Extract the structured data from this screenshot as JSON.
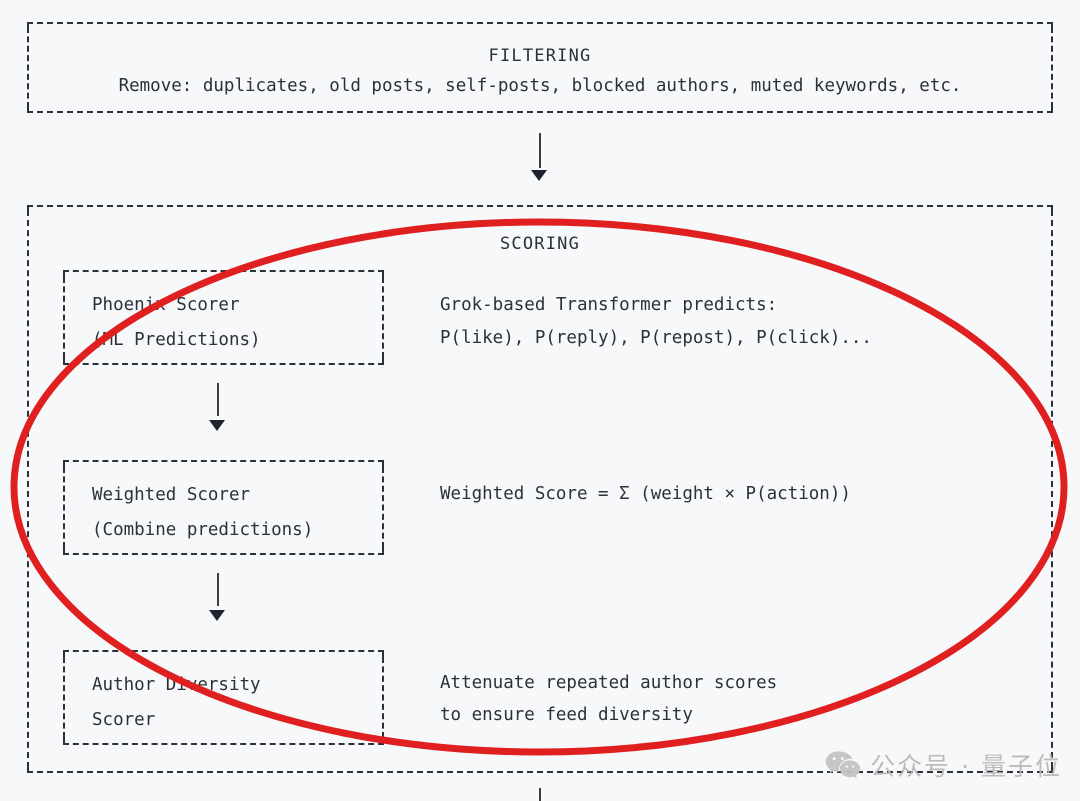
{
  "diagram": {
    "background_color": "#f7f8f9",
    "text_color": "#2b3039",
    "highlight_color": "#e02020",
    "stages": [
      {
        "id": "filtering",
        "title": "FILTERING",
        "subtitle": "Remove: duplicates, old posts, self-posts, blocked authors, muted keywords, etc."
      },
      {
        "id": "scoring",
        "title": "SCORING",
        "steps": [
          {
            "box_lines": [
              "Phoenix Scorer",
              "(ML Predictions)"
            ],
            "description_lines": [
              "Grok-based Transformer predicts:",
              "P(like), P(reply), P(repost), P(click)..."
            ]
          },
          {
            "box_lines": [
              "Weighted Scorer",
              "(Combine predictions)"
            ],
            "description_lines": [
              "Weighted Score = Σ (weight × P(action))"
            ]
          },
          {
            "box_lines": [
              "Author Diversity",
              "Scorer"
            ],
            "description_lines": [
              "Attenuate repeated author scores",
              "to ensure feed diversity"
            ]
          }
        ]
      }
    ],
    "connectors": [
      {
        "id": "filtering-to-scoring",
        "glyph": "down-arrow"
      },
      {
        "id": "phoenix-to-weighted",
        "glyph": "down-arrow"
      },
      {
        "id": "weighted-to-diversity",
        "glyph": "down-arrow"
      },
      {
        "id": "scoring-to-next",
        "glyph": "line"
      }
    ],
    "annotation": {
      "shape": "ellipse",
      "color": "#e02020",
      "stroke_width": 7,
      "encircles": "SCORING stage"
    }
  },
  "watermark": {
    "icon": "wechat-icon",
    "text": "公众号 · 量子位",
    "color": "#b9b9b9"
  }
}
